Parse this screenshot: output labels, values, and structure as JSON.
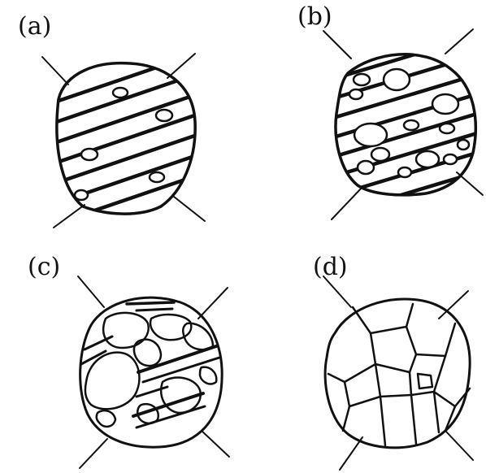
{
  "panels": [
    {
      "label": "(a)"
    },
    {
      "label": "(b)"
    },
    {
      "label": "(c)"
    },
    {
      "label": "(d)"
    }
  ],
  "colors": {
    "ink": "#111111",
    "background": "#ffffff"
  }
}
